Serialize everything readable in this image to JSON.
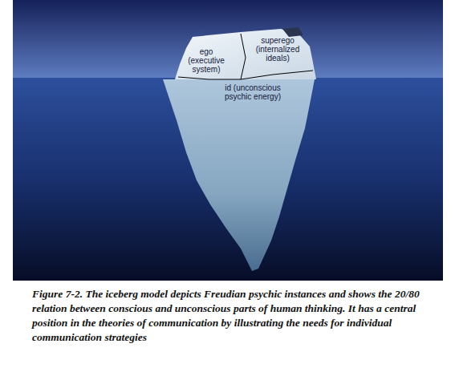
{
  "diagram": {
    "caption": "Figure 7-2. The iceberg model depicts Freudian psychic instances and shows the 20/80 relation between conscious and unconscious parts of human thinking. It has a central position in the theories of communication by illustrating the needs for individual communication strategies",
    "labels": [
      "ego (executive system)",
      "superego (internalized ideals)",
      "id (unconscious psychic energy)"
    ]
  }
}
